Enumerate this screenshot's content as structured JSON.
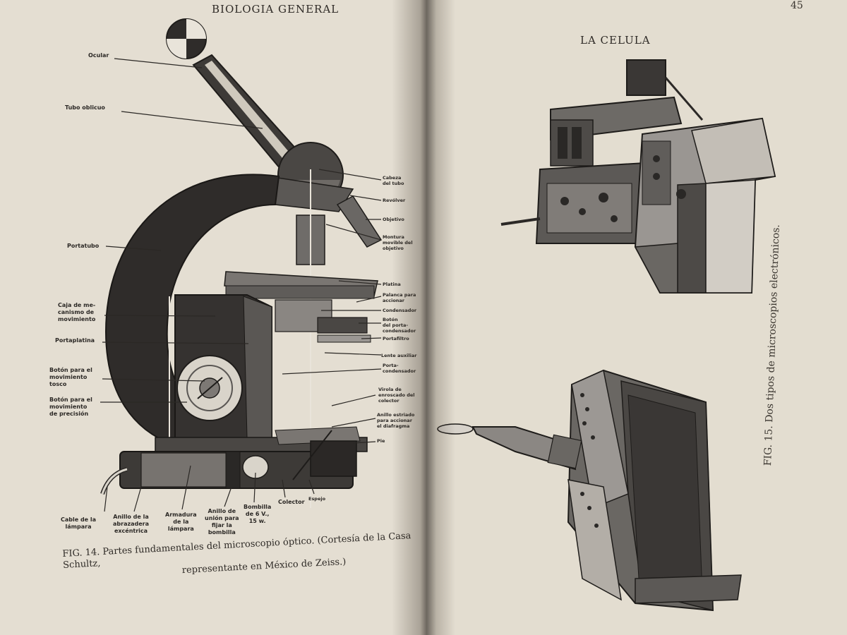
{
  "left_page": {
    "running_head": "BIOLOGIA GENERAL",
    "figure_caption_line1": "FIG. 14. Partes fundamentales del microscopio óptico. (Cortesía de la Casa Schultz,",
    "figure_caption_line2": "representante en México de Zeiss.)",
    "labels": {
      "ocular": "Ocular",
      "tubo_oblicuo": "Tubo oblicuo",
      "portatubo": "Portatubo",
      "caja_line1": "Caja de me-",
      "caja_line2": "canismo de",
      "caja_line3": "movimiento",
      "portaplatina": "Portaplatina",
      "boton_tosco_line1": "Botón para el",
      "boton_tosco_line2": "movimiento",
      "boton_tosco_line3": "tosco",
      "boton_precision_line1": "Botón para el",
      "boton_precision_line2": "movimiento",
      "boton_precision_line3": "de precisión",
      "cabeza_line1": "Cabeza",
      "cabeza_line2": "del tubo",
      "revolver": "Revólver",
      "objetivo": "Objetivo",
      "montura_line1": "Montura",
      "montura_line2": "movible del",
      "montura_line3": "objetivo",
      "platina": "Platina",
      "palanca_line1": "Palanca para",
      "palanca_line2": "accionar",
      "condensador": "Condensador",
      "boton_porta_line1": "Botón",
      "boton_porta_line2": "del porta-",
      "boton_porta_line3": "condensador",
      "portafiltro": "Portafiltro",
      "lente_auxiliar": "Lente auxiliar",
      "portacondensador_line1": "Porta-",
      "portacondensador_line2": "condensador",
      "virola_line1": "Virola de",
      "virola_line2": "enroscado del",
      "virola_line3": "colector",
      "anillo_estriado_line1": "Anillo estriado",
      "anillo_estriado_line2": "para accionar",
      "anillo_estriado_line3": "el diafragma",
      "pie": "Pie",
      "cable_line1": "Cable de la",
      "cable_line2": "lámpara",
      "anillo_abrazadera_line1": "Anillo de la",
      "anillo_abrazadera_line2": "abrazadera",
      "anillo_abrazadera_line3": "excéntrica",
      "armadura_line1": "Armadura",
      "armadura_line2": "de la",
      "armadura_line3": "lámpara",
      "anillo_union_line1": "Anillo de",
      "anillo_union_line2": "unión para",
      "anillo_union_line3": "fijar la",
      "anillo_union_line4": "bombilla",
      "bombilla_line1": "Bombilla",
      "bombilla_line2": "de 6 V.,",
      "bombilla_line3": "15 w.",
      "colector": "Colector",
      "espejo": "Espejo"
    }
  },
  "right_page": {
    "running_head": "LA CELULA",
    "page_number": "45",
    "figure_caption": "FIG. 15. Dos tipos de microscopios electrónicos."
  },
  "colors": {
    "paper": "#e4ded2",
    "ink": "#2b2825",
    "dark_gray": "#3a3735"
  }
}
